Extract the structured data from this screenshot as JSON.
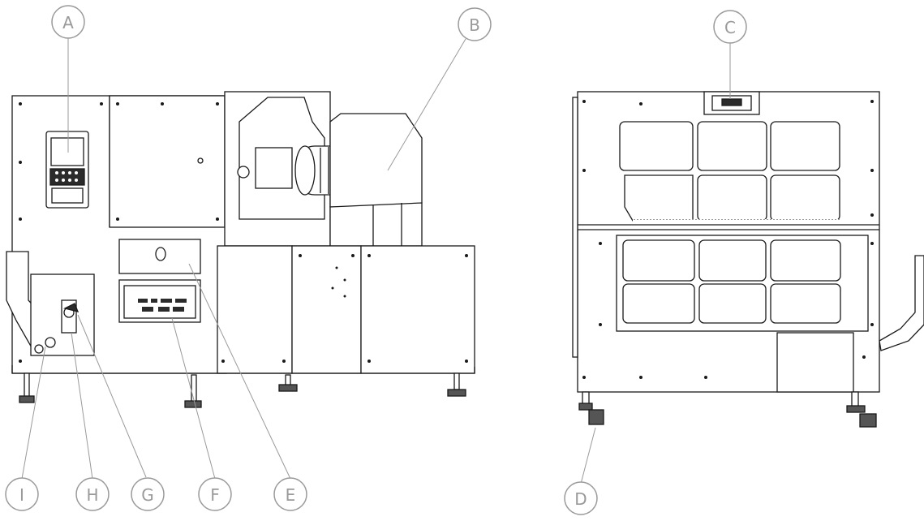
{
  "figure": {
    "views": [
      {
        "id": "side-view",
        "description_key": "side"
      },
      {
        "id": "rear-view",
        "description_key": "rear"
      }
    ],
    "callouts": [
      {
        "id": "A",
        "label": "A"
      },
      {
        "id": "B",
        "label": "B"
      },
      {
        "id": "C",
        "label": "C"
      },
      {
        "id": "D",
        "label": "D"
      },
      {
        "id": "E",
        "label": "E"
      },
      {
        "id": "F",
        "label": "F"
      },
      {
        "id": "G",
        "label": "G"
      },
      {
        "id": "H",
        "label": "H"
      },
      {
        "id": "I",
        "label": "I"
      }
    ],
    "colors": {
      "line": "#1a1a1a",
      "callout_stroke": "#9a9a9a",
      "callout_text": "#9a9a9a",
      "fill": "#ffffff",
      "dark_fill": "#2b2b2b"
    }
  }
}
